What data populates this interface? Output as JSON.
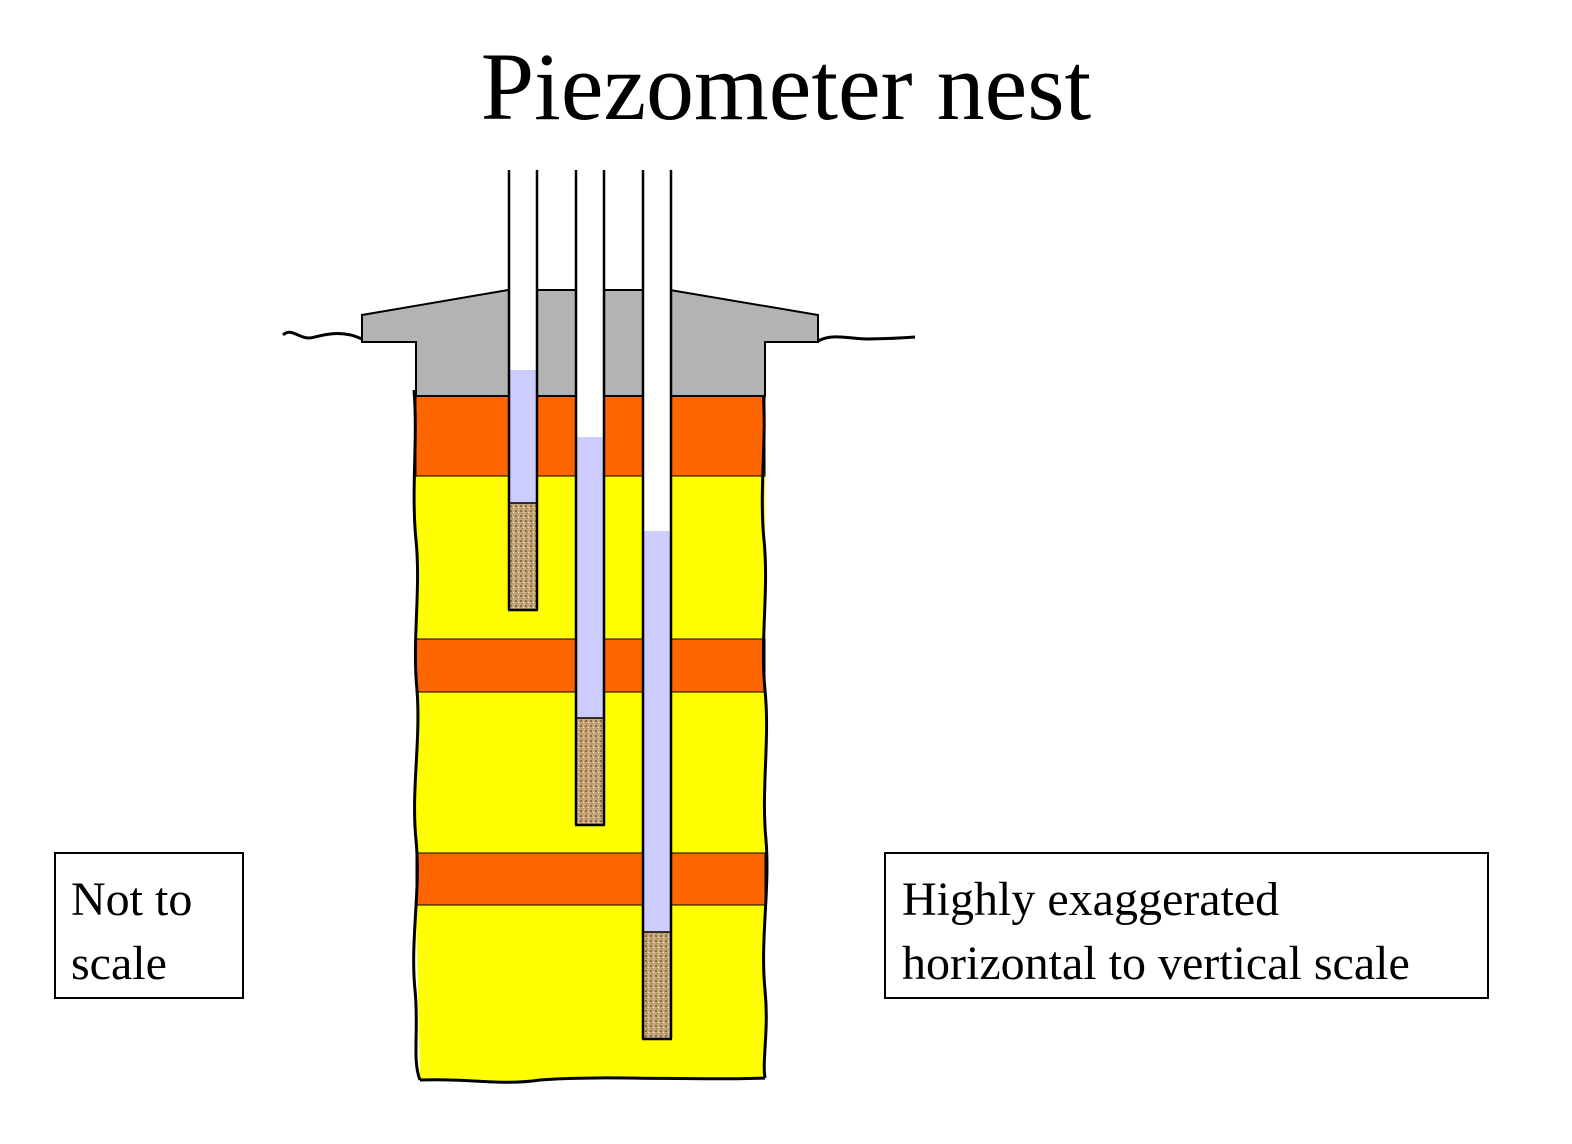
{
  "title": "Piezometer nest",
  "notes": {
    "scale": [
      "Not to",
      "scale"
    ],
    "exaggeration": [
      "Highly exaggerated",
      "horizontal to vertical scale"
    ]
  },
  "colors": {
    "clay_layer": "#ff6600",
    "sand_layer": "#ffff00",
    "concrete_pad": "#b3b3b3",
    "water": "#ccccff",
    "screen": "#c8a878",
    "outline": "#000000"
  }
}
